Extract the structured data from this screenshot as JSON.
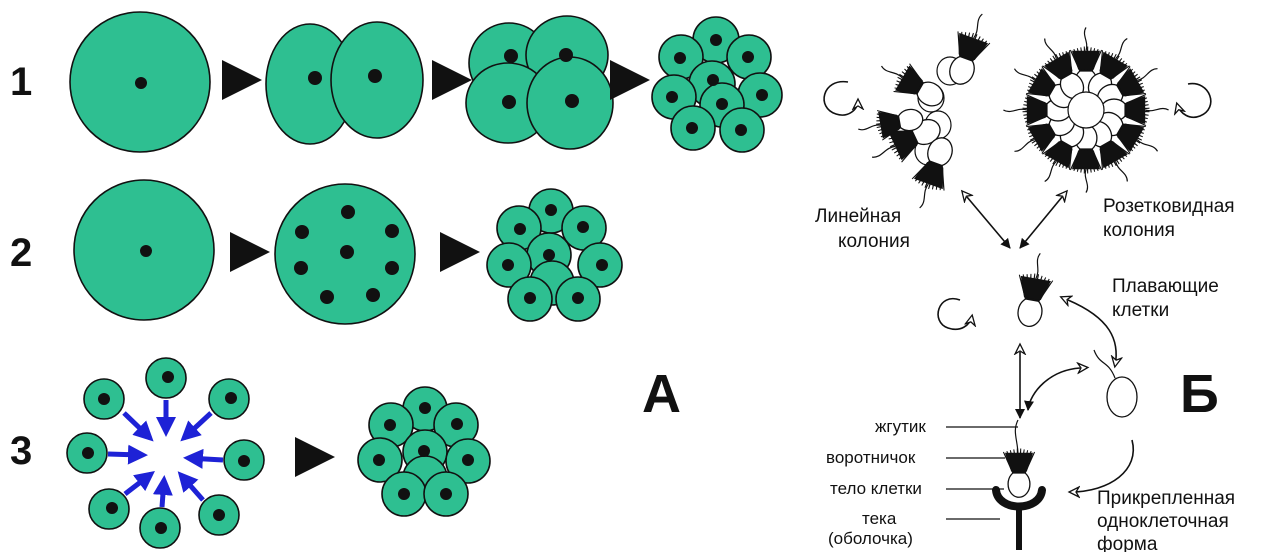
{
  "panel_a": {
    "label": "А",
    "rows": [
      {
        "label": "1"
      },
      {
        "label": "2"
      },
      {
        "label": "3"
      }
    ]
  },
  "panel_b": {
    "label": "Б",
    "captions": {
      "linear_line1": "Линейная",
      "linear_line2": "колония",
      "rosette_line1": "Розетковидная",
      "rosette_line2": "колония",
      "swimming_line1": "Плавающие",
      "swimming_line2": "клетки",
      "attached_line1": "Прикрепленная",
      "attached_line2": "одноклеточная",
      "attached_line3": "форма"
    },
    "parts": {
      "flagellum": "жгутик",
      "collar": "воротничок",
      "cell_body": "тело клетки",
      "theca_line1": "тека",
      "theca_line2": "(оболочка)"
    }
  },
  "colors": {
    "cell_fill": "#2ebf91",
    "arrow_blue": "#1e22d6",
    "ink": "#111111"
  }
}
